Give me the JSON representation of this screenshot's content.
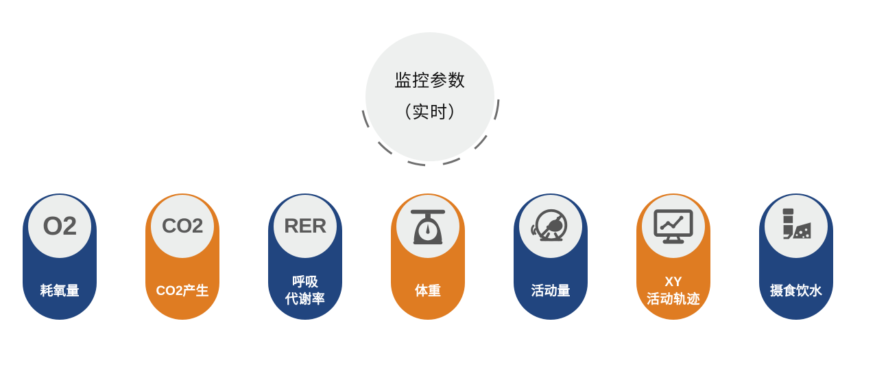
{
  "hub": {
    "title_line1": "监控参数",
    "title_line2": "（实时）",
    "fill_color": "#eef0ef",
    "dash_color": "#6f6f6f",
    "text_color": "#111111"
  },
  "colors": {
    "blue": "#21457f",
    "orange": "#df7c22",
    "badge_bg": "#eceeed",
    "badge_fg": "#5a5a5a",
    "label_fg": "#ffffff"
  },
  "pills": [
    {
      "id": "o2",
      "color": "blue",
      "badge_kind": "text",
      "badge_text": "O2",
      "badge_size": "big",
      "badge_icon": "",
      "label_line1": "耗氧量",
      "label_line2": ""
    },
    {
      "id": "co2",
      "color": "orange",
      "badge_kind": "text",
      "badge_text": "CO2",
      "badge_size": "small",
      "badge_icon": "",
      "label_line1": "CO2产生",
      "label_line2": ""
    },
    {
      "id": "rer",
      "color": "blue",
      "badge_kind": "text",
      "badge_text": "RER",
      "badge_size": "small",
      "badge_icon": "",
      "label_line1": "呼吸",
      "label_line2": "代谢率"
    },
    {
      "id": "body-weight",
      "color": "orange",
      "badge_kind": "icon",
      "badge_text": "",
      "badge_size": "",
      "badge_icon": "weighing-scale-icon",
      "label_line1": "体重",
      "label_line2": ""
    },
    {
      "id": "activity",
      "color": "blue",
      "badge_kind": "icon",
      "badge_text": "",
      "badge_size": "",
      "badge_icon": "running-wheel-icon",
      "label_line1": "活动量",
      "label_line2": ""
    },
    {
      "id": "xy-track",
      "color": "orange",
      "badge_kind": "icon",
      "badge_text": "",
      "badge_size": "",
      "badge_icon": "monitor-chart-icon",
      "label_line1": "XY",
      "label_line2": "活动轨迹"
    },
    {
      "id": "food-water",
      "color": "blue",
      "badge_kind": "icon",
      "badge_text": "",
      "badge_size": "",
      "badge_icon": "bottle-cheese-icon",
      "label_line1": "摄食饮水",
      "label_line2": ""
    }
  ]
}
